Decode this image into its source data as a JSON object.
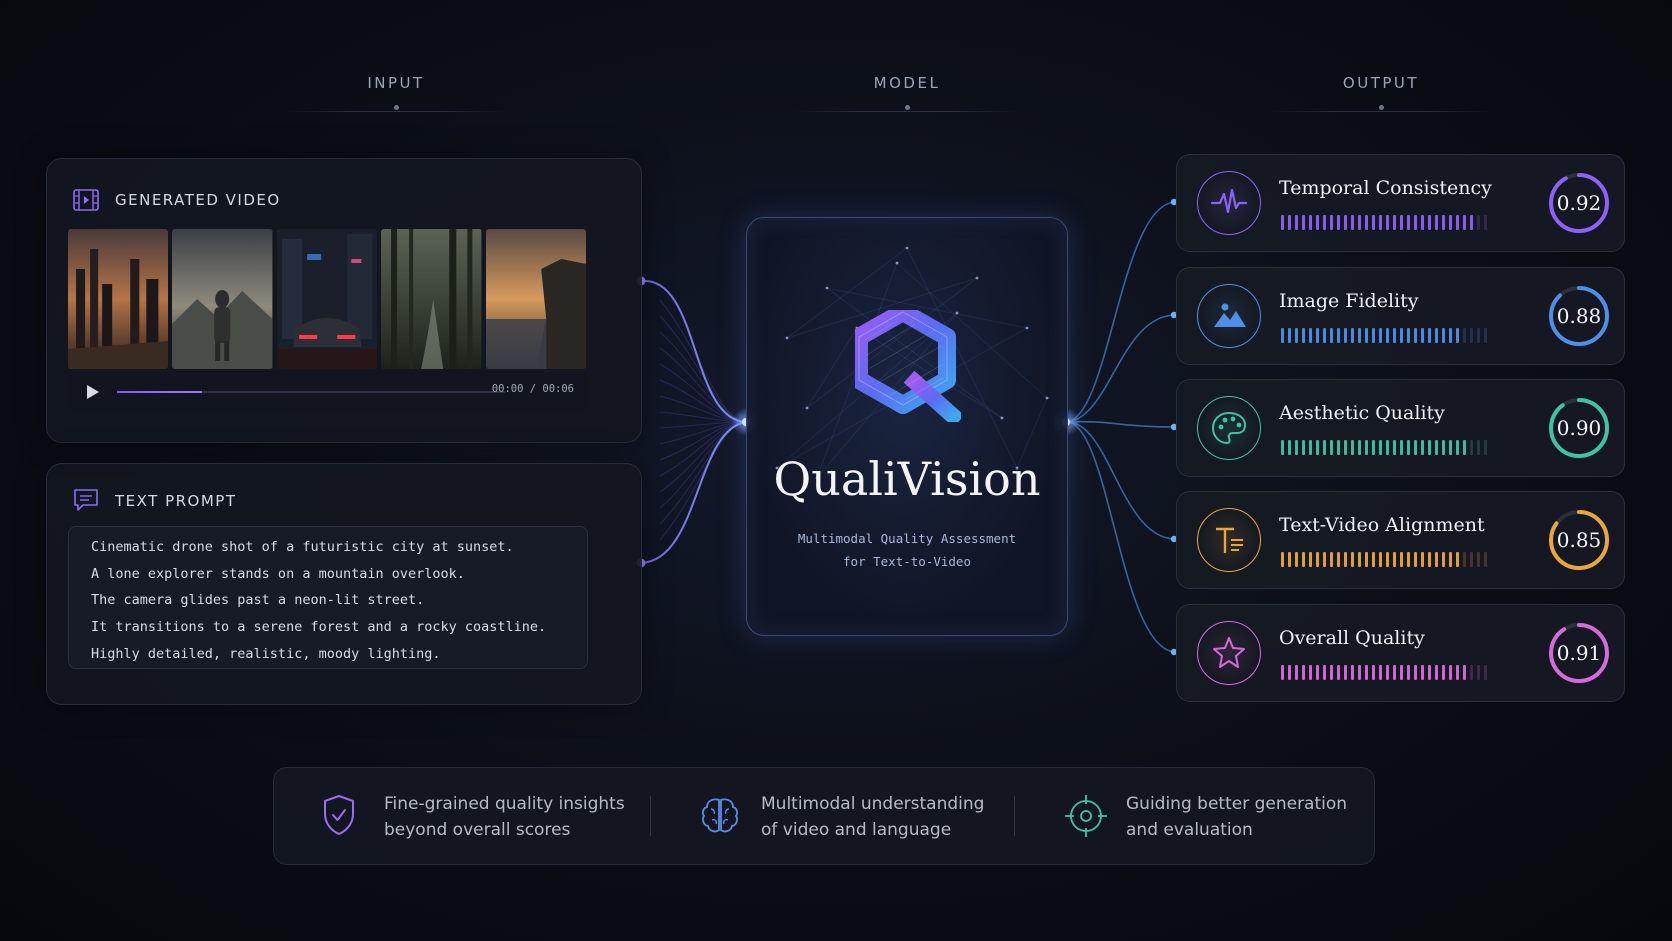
{
  "columns": {
    "input": "INPUT",
    "model": "MODEL",
    "output": "OUTPUT"
  },
  "video_panel": {
    "title": "GENERATED VIDEO",
    "time": "00:00 / 00:06",
    "progress": 0.22
  },
  "prompt_panel": {
    "title": "TEXT PROMPT",
    "lines": [
      "Cinematic drone shot of a futuristic city at sunset.",
      "A lone explorer stands on a mountain overlook.",
      "The camera glides past a neon-lit street.",
      "It transitions to a serene forest and a rocky coastline.",
      "Highly detailed, realistic, moody lighting."
    ]
  },
  "model": {
    "name": "QualiVision",
    "tagline_1": "Multimodal Quality Assessment",
    "tagline_2": "for Text-to-Video"
  },
  "outputs": [
    {
      "label": "Temporal Consistency",
      "score": "0.92",
      "value": 0.92,
      "color": "#8a63f5",
      "icon": "waveform-icon"
    },
    {
      "label": "Image Fidelity",
      "score": "0.88",
      "value": 0.88,
      "color": "#4f8fe8",
      "icon": "mountain-image-icon"
    },
    {
      "label": "Aesthetic Quality",
      "score": "0.90",
      "value": 0.9,
      "color": "#3fc3a2",
      "icon": "palette-icon"
    },
    {
      "label": "Text-Video Alignment",
      "score": "0.85",
      "value": 0.85,
      "color": "#e9a63c",
      "icon": "text-icon"
    },
    {
      "label": "Overall Quality",
      "score": "0.91",
      "value": 0.91,
      "color": "#d56bd9",
      "icon": "star-icon"
    }
  ],
  "features": [
    {
      "line1": "Fine-grained quality insights",
      "line2": "beyond overall scores",
      "icon": "shield-check-icon"
    },
    {
      "line1": "Multimodal understanding",
      "line2": "of video and language",
      "icon": "brain-icon"
    },
    {
      "line1": "Guiding better generation",
      "line2": "and evaluation",
      "icon": "target-icon"
    }
  ]
}
